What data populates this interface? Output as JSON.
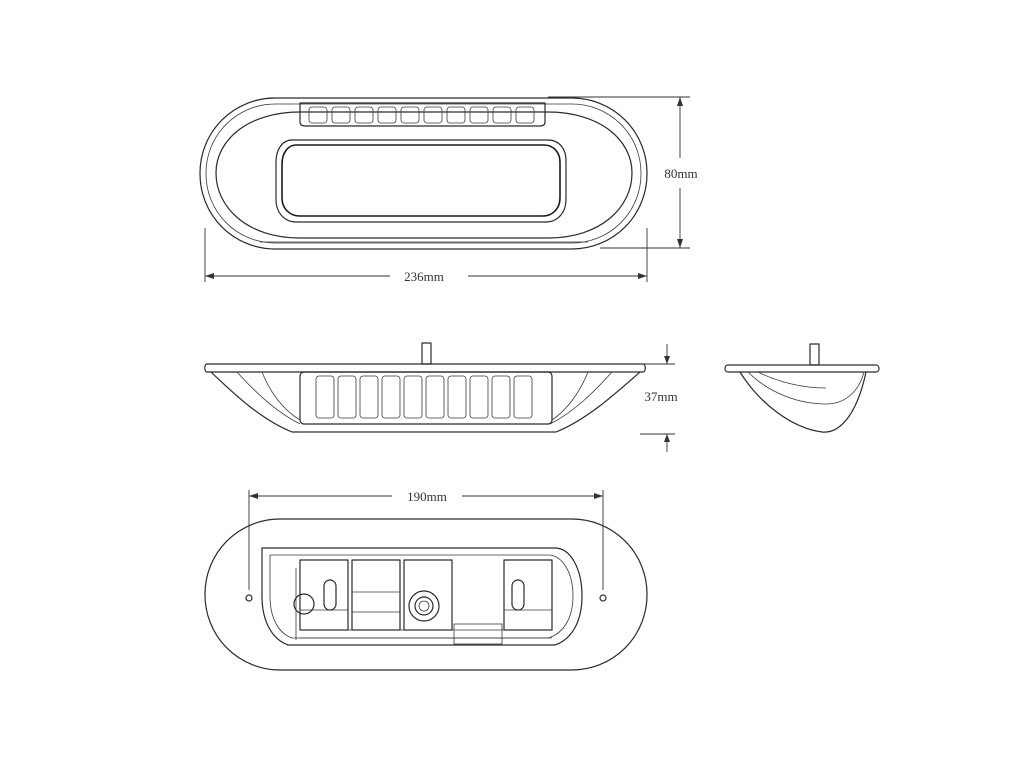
{
  "drawing": {
    "title": "",
    "dimensions": {
      "overall_length": "236mm",
      "overall_width": "80mm",
      "height": "37mm",
      "mounting_hole_spacing": "190mm"
    }
  }
}
